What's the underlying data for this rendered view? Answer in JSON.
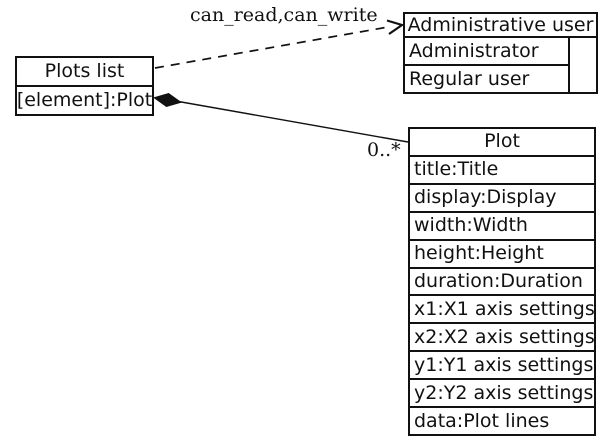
{
  "diagram": {
    "background": "#ffffff",
    "line_color": "#111111",
    "nodes": {
      "plots_list": {
        "title": "Plots list",
        "element_row": "[element]:Plot"
      },
      "user_types": {
        "title": "Administrative user",
        "subtypes": [
          "Administrator",
          "Regular user"
        ]
      },
      "plot": {
        "title": "Plot",
        "attributes": [
          "title:Title",
          "display:Display",
          "width:Width",
          "height:Height",
          "duration:Duration",
          "x1:X1 axis settings",
          "x2:X2 axis settings",
          "y1:Y1 axis settings",
          "y2:Y2 axis settings",
          "data:Plot lines"
        ]
      }
    },
    "edges": {
      "access": {
        "label": "can_read,can_write",
        "style": "dashed",
        "arrow": "open-vee"
      },
      "composition": {
        "multiplicity": "0..*",
        "style": "solid",
        "marker": "filled-diamond"
      }
    }
  }
}
